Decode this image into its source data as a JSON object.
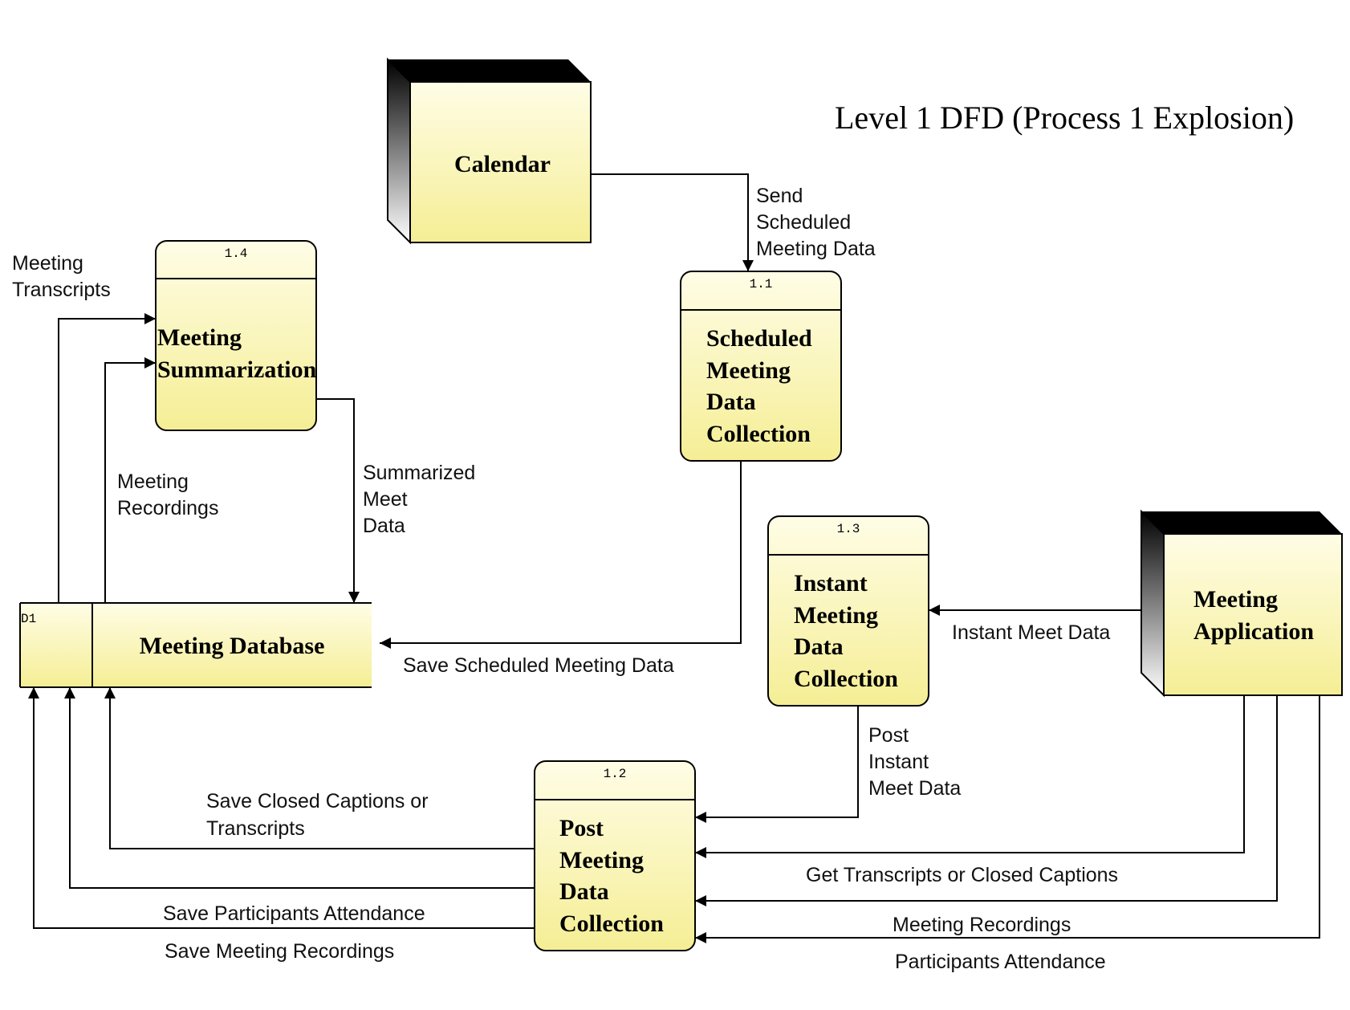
{
  "title": "Level 1 DFD (Process 1 Explosion)",
  "colors": {
    "box_fill_top": "#fffde0",
    "box_fill_bottom": "#f6f09a",
    "line": "#000000"
  },
  "external_entities": {
    "calendar": {
      "label": "Calendar"
    },
    "meeting_application": {
      "lines": [
        "Meeting",
        "Application"
      ]
    }
  },
  "processes": {
    "p1_1": {
      "id": "1.1",
      "lines": [
        "Scheduled",
        "Meeting",
        "Data",
        "Collection"
      ]
    },
    "p1_2": {
      "id": "1.2",
      "lines": [
        "Post",
        "Meeting",
        "Data",
        "Collection"
      ]
    },
    "p1_3": {
      "id": "1.3",
      "lines": [
        "Instant",
        "Meeting",
        "Data",
        "Collection"
      ]
    },
    "p1_4": {
      "id": "1.4",
      "lines": [
        "Meeting",
        "Summarization"
      ]
    }
  },
  "data_store": {
    "id": "D1",
    "label": "Meeting Database"
  },
  "flows": {
    "send_scheduled": [
      "Send",
      "Scheduled",
      "Meeting Data"
    ],
    "meeting_transcripts": [
      "Meeting",
      "Transcripts"
    ],
    "meeting_recordings_store": [
      "Meeting",
      "Recordings"
    ],
    "summarized": [
      "Summarized",
      "Meet",
      "Data"
    ],
    "save_scheduled": "Save Scheduled Meeting Data",
    "instant_meet": "Instant Meet Data",
    "post_instant": [
      "Post",
      "Instant",
      "Meet Data"
    ],
    "save_captions": [
      "Save Closed Captions or",
      "Transcripts"
    ],
    "save_attendance": "Save Participants Attendance",
    "save_recordings": "Save Meeting Recordings",
    "get_transcripts": "Get Transcripts or Closed Captions",
    "meeting_recordings_app": "Meeting Recordings",
    "participants_attendance": "Participants Attendance"
  }
}
